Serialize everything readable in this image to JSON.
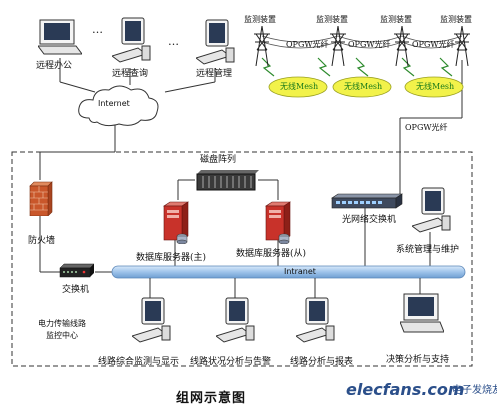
{
  "remote": {
    "office": "远程办公",
    "query": "远程查询",
    "manage": "远程管理",
    "ellipsis": "…"
  },
  "internet_label": "Internet",
  "towers": {
    "monitors": [
      "监测装置",
      "监测装置",
      "监测装置",
      "监测装置"
    ],
    "fiber": "OPGW光纤",
    "mesh": "无线Mesh",
    "downlink": "OPGW光纤"
  },
  "center": {
    "disk_array": "磁盘阵列",
    "firewall": "防火墙",
    "db_master": "数据库服务器(主)",
    "db_slave": "数据库服务器(从)",
    "optical_switch": "光网络交换机",
    "sys_mgmt": "系统管理与维护",
    "switch": "交换机",
    "intranet": "Intranet",
    "center_name_1": "电力传输线路",
    "center_name_2": "监控中心"
  },
  "clients": {
    "c1": "线路综合监测与显示",
    "c2": "线路状况分析与告警",
    "c3": "线路分析与报表",
    "c4": "决策分析与支持"
  },
  "caption": "组网示意图",
  "watermark": {
    "site": "elecfans.com",
    "cn": "电子发烧友"
  },
  "colors": {
    "intranet_bar": "#9ec3ea",
    "mesh_fill": "#f2f24a",
    "mesh_text": "#1a7a1a",
    "server_red": "#c8322a",
    "firewall": "#c9572b"
  }
}
